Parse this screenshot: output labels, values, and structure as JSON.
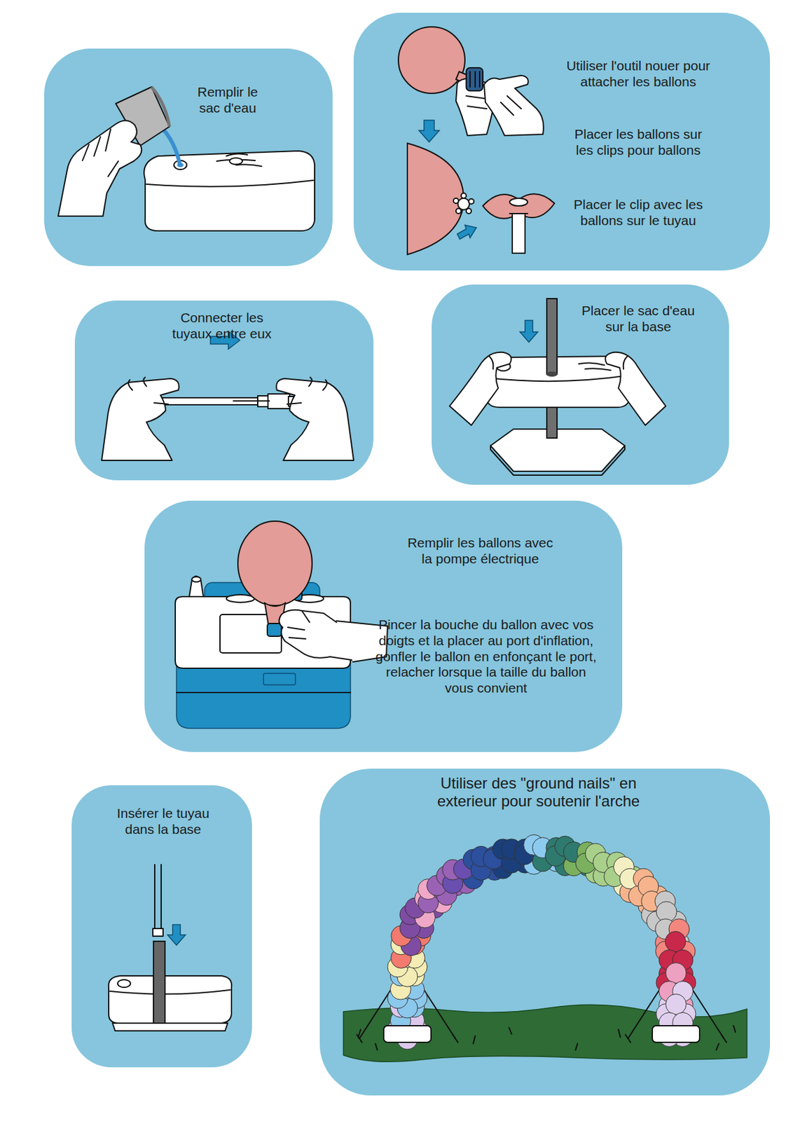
{
  "diagram": {
    "nodes": [
      {
        "text": [
          "Remplir le sac d'eau"
        ]
      },
      {
        "text": [
          "Utiliser l'outil nouer pour attacher les ballons",
          "Placer les ballons sur les clips pour ballons",
          "Placer le clip avec les ballons sur le tuyau"
        ]
      },
      {
        "text": [
          "Connecter les tuyaux entre eux"
        ]
      },
      {
        "text": [
          "Placer le sac d'eau sur la base"
        ]
      },
      {
        "text": [
          "Remplir les ballons avec la pompe électrique",
          "Pincer la bouche du ballon avec vos doigts et la placer au port d'inflation, gonfler le ballon en enfonçant le port, relacher lorsque la taille du ballon vous convient"
        ]
      },
      {
        "text": [
          "Insérer le tuyau dans la base"
        ]
      },
      {
        "text": [
          "Utiliser des \"ground nails\" en exterieur pour soutenir l'arche"
        ]
      }
    ]
  }
}
